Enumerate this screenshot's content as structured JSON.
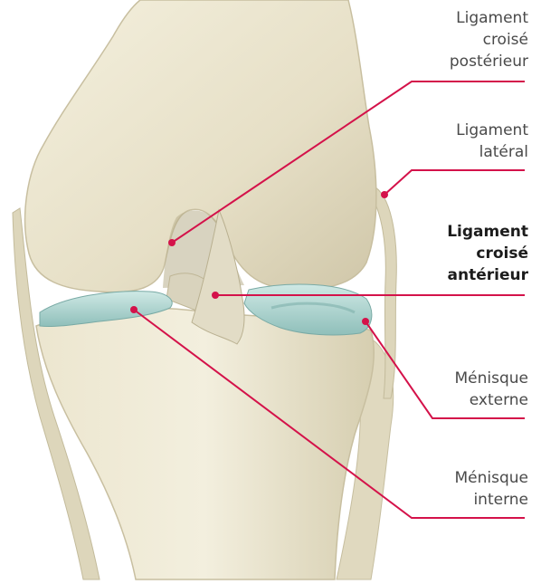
{
  "labels": {
    "lcp": {
      "line1": "Ligament",
      "line2": "croisé",
      "line3": "postérieur"
    },
    "lateral": {
      "line1": "Ligament",
      "line2": "latéral"
    },
    "lca": {
      "line1": "Ligament",
      "line2": "croisé",
      "line3": "antérieur"
    },
    "menisque_externe": {
      "line1": "Ménisque",
      "line2": "externe"
    },
    "menisque_interne": {
      "line1": "Ménisque",
      "line2": "interne"
    }
  },
  "colors": {
    "leader": "#d4124a",
    "bone": "#e9e3cc",
    "bone_shadow": "#c9c1a5",
    "meniscus": "#a9d3cf"
  }
}
